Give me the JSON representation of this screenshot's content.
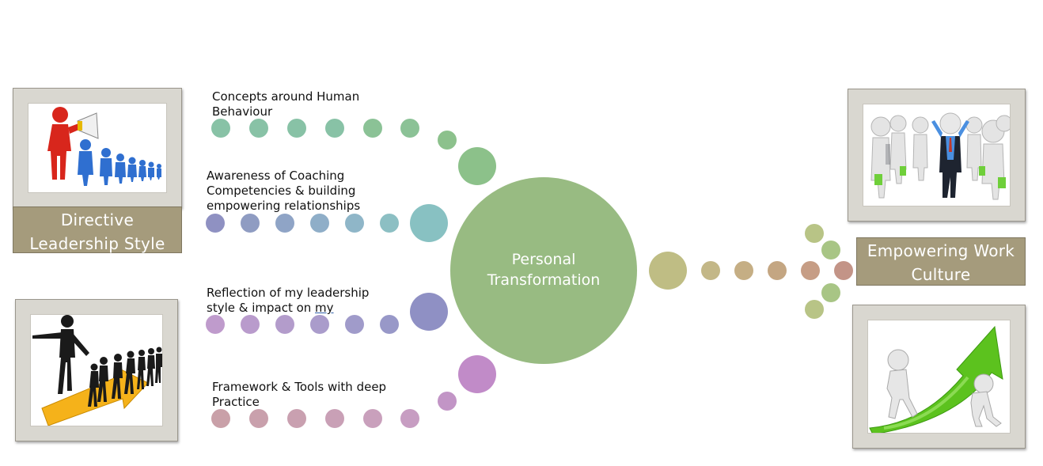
{
  "left_top": {
    "label_line1": "Directive",
    "label_line2": "Leadership Style"
  },
  "center": {
    "line1": "Personal",
    "line2": "Transformation"
  },
  "right": {
    "label_line1": "Empowering Work",
    "label_line2": "Culture"
  },
  "branches": [
    {
      "line1": "Concepts around Human",
      "line2": "Behaviour",
      "line3": ""
    },
    {
      "line1": "Awareness of Coaching",
      "line2": "Competencies & building",
      "line3": "empowering relationships"
    },
    {
      "line1": "Reflection of my leadership",
      "line2": "style & impact on ",
      "line2_underlined": "my"
    },
    {
      "line1": "Framework & Tools with deep",
      "line2": "Practice",
      "line3": ""
    }
  ],
  "colors": {
    "center_circle": "#98bb82",
    "branch1": "#86c0a8",
    "branch2": "#8fa0c8",
    "branch3": "#b99bcc",
    "branch4": "#c9a0b2",
    "label_box": "#a59b7c"
  },
  "icons": {
    "left_top_image": "megaphone-leader-icon",
    "left_bottom_image": "arrow-leader-icon",
    "right_top_image": "team-meeting-icon",
    "right_bottom_image": "growth-arrow-icon"
  }
}
